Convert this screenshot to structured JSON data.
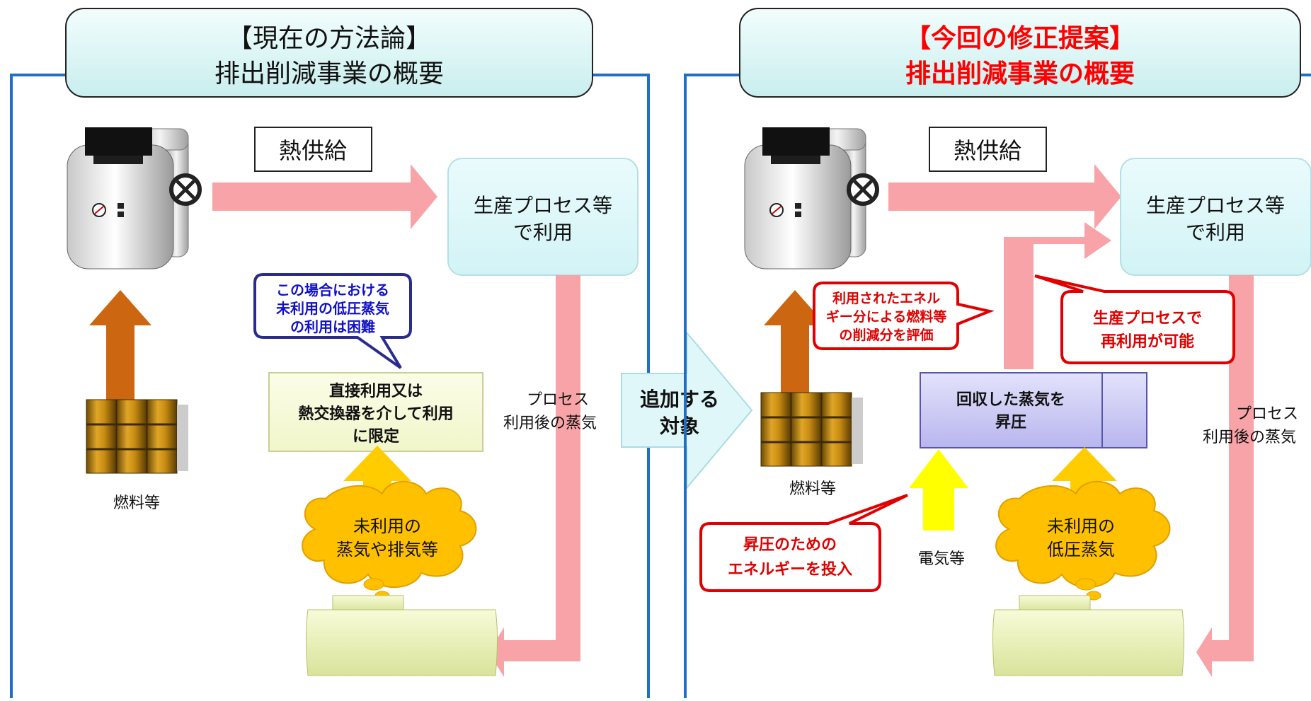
{
  "left": {
    "title_line1": "【現在の方法論】",
    "title_line2": "排出削減事業の概要",
    "heat_supply": "熱供給",
    "process_line1": "生産プロセス等",
    "process_line2": "で利用",
    "fuel": "燃料等",
    "callout_line1": "この場合における",
    "callout_line2": "未利用の低圧蒸気",
    "callout_line3": "の利用は困難",
    "direct_line1": "直接利用又は",
    "direct_line2": "熱交換器を介して利用",
    "direct_line3": "に限定",
    "cloud_line1": "未利用の",
    "cloud_line2": "蒸気や排気等",
    "after_line1": "プロセス",
    "after_line2": "利用後の蒸気"
  },
  "middle": {
    "line1": "追加する",
    "line2": "対象"
  },
  "right": {
    "title_line1": "【今回の修正提案】",
    "title_line2": "排出削減事業の概要",
    "heat_supply": "熱供給",
    "process_line1": "生産プロセス等",
    "process_line2": "で利用",
    "fuel": "燃料等",
    "callout_eval_line1": "利用されたエネル",
    "callout_eval_line2": "ギー分による燃料等",
    "callout_eval_line3": "の削減分を評価",
    "callout_reuse_line1": "生産プロセスで",
    "callout_reuse_line2": "再利用が可能",
    "compress_line1": "回収した蒸気を",
    "compress_line2": "昇圧",
    "callout_input_line1": "昇圧のための",
    "callout_input_line2": "エネルギーを投入",
    "electricity": "電気等",
    "cloud_line1": "未利用の",
    "cloud_line2": "低圧蒸気",
    "after_line1": "プロセス",
    "after_line2": "利用後の蒸気"
  },
  "colors": {
    "panel_border": "#1f6fc4",
    "title_fill": "#d8f4f4",
    "title_red": "#ff0000",
    "pink_arrow": "#f7a3a8",
    "orange_arrow": "#cc6610",
    "yellow_arrow": "#ffcc00",
    "electric_arrow": "#ffff00",
    "process_box": "#dff7f9",
    "cloud_fill": "#ffc000",
    "compress_box": "#c7c6f3",
    "callout_blue": "#2b2b8f",
    "callout_red": "#e00000"
  }
}
